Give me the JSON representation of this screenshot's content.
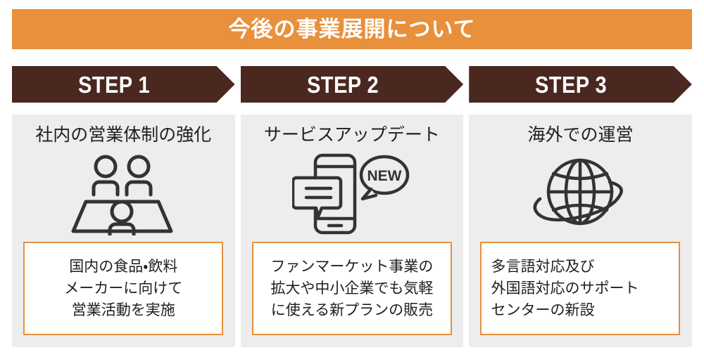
{
  "header": {
    "title": "今後の事業展開について",
    "banner_color": "#E8903C",
    "title_color": "#FFFFFF"
  },
  "theme": {
    "accent_orange": "#E8903C",
    "step_brown": "#4A2820",
    "card_gray": "#EDEDED",
    "text_dark": "#1F1F1F",
    "icon_stroke": "#333333"
  },
  "steps": [
    {
      "step_label": "STEP 1",
      "heading": "社内の営業体制の強化",
      "icon": "meeting-table-people-icon",
      "description_lines": [
        "国内の食品・飲料",
        "メーカーに向けて",
        "営業活動を実施"
      ],
      "description_align": "center"
    },
    {
      "step_label": "STEP 2",
      "heading": "サービスアップデート",
      "icon": "smartphone-chat-new-icon",
      "icon_badge_text": "NEW",
      "description_lines": [
        "ファンマーケット事業の",
        "拡大や中小企業でも気軽",
        "に使える新プランの販売"
      ],
      "description_align": "center"
    },
    {
      "step_label": "STEP 3",
      "heading": "海外での運営",
      "icon": "globe-orbit-icon",
      "description_lines": [
        "多言語対応及び",
        "外国語対応のサポート",
        "センターの新設"
      ],
      "description_align": "left"
    }
  ]
}
